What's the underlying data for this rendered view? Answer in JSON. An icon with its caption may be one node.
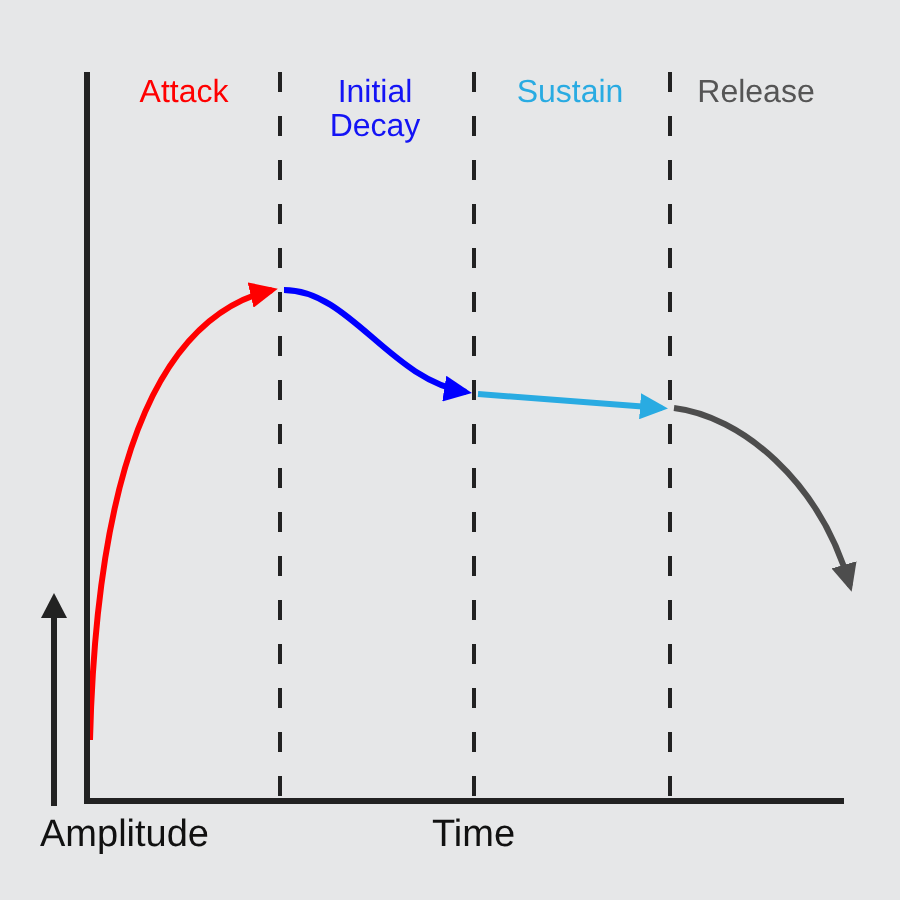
{
  "diagram": {
    "nodes": [
      {
        "text": [
          "Attack"
        ]
      },
      {
        "text": [
          "Initial Decay"
        ]
      },
      {
        "text": [
          "Sustain"
        ]
      },
      {
        "text": [
          "Release"
        ]
      }
    ],
    "edges": [
      {
        "from": null,
        "to": 0,
        "arrow": "to",
        "color": "#ff0000"
      },
      {
        "from": 0,
        "to": 1,
        "arrow": "to",
        "color": "#0000ff"
      },
      {
        "from": 1,
        "to": 2,
        "arrow": "to",
        "color": "#29abe2"
      },
      {
        "from": 2,
        "to": 3,
        "arrow": "to",
        "color": "#4d4d4d"
      }
    ],
    "labels": [
      "Amplitude",
      "Time"
    ]
  }
}
